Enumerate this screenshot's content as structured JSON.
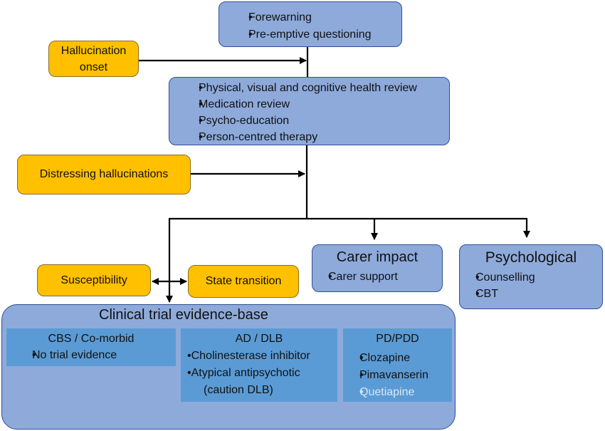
{
  "top_box": {
    "items": [
      "Forewarning",
      "Pre-emptive questioning"
    ]
  },
  "hallucination_onset": {
    "line1": "Hallucination",
    "line2": "onset"
  },
  "review_box": {
    "items": [
      "Physical, visual and cognitive health review",
      "Medication review",
      "Psycho-education",
      "Person-centred therapy"
    ]
  },
  "distressing": {
    "label": "Distressing hallucinations"
  },
  "carer_impact": {
    "title": "Carer impact",
    "items": [
      "Carer support"
    ]
  },
  "psychological": {
    "title": "Psychological",
    "items": [
      "Counselling",
      "CBT"
    ]
  },
  "susceptibility": {
    "label": "Susceptibility"
  },
  "state_transition": {
    "label": "State transition"
  },
  "clinical_trial": {
    "title": "Clinical trial evidence-base",
    "cbs": {
      "title": "CBS / Co-morbid",
      "items": [
        "No trial evidence"
      ]
    },
    "ad_dlb": {
      "title": "AD / DLB",
      "items": [
        "•Cholinesterase inhibitor",
        "•Atypical antipsychotic",
        "(caution DLB)"
      ]
    },
    "pd_pdd": {
      "title": "PD/PDD",
      "items": [
        "Clozapine",
        "Pimavanserin",
        "Quetiapine"
      ]
    }
  },
  "colors": {
    "box_blue": "#8eaadb",
    "inner_blue": "#5b9bd5",
    "orange": "#ffc000",
    "border": "#2f4f8f"
  }
}
